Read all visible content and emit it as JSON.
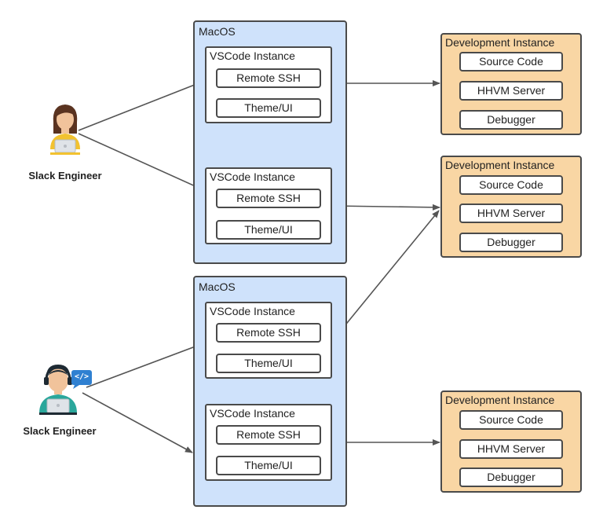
{
  "macos": [
    {
      "label": "MacOS",
      "vscode": [
        {
          "label": "VSCode Instance",
          "remote": "Remote SSH",
          "theme": "Theme/UI"
        },
        {
          "label": "VSCode Instance",
          "remote": "Remote SSH",
          "theme": "Theme/UI"
        }
      ]
    },
    {
      "label": "MacOS",
      "vscode": [
        {
          "label": "VSCode Instance",
          "remote": "Remote SSH",
          "theme": "Theme/UI"
        },
        {
          "label": "VSCode Instance",
          "remote": "Remote SSH",
          "theme": "Theme/UI"
        }
      ]
    }
  ],
  "dev": [
    {
      "label": "Development Instance",
      "source": "Source Code",
      "hhvm": "HHVM Server",
      "debugger": "Debugger"
    },
    {
      "label": "Development Instance",
      "source": "Source Code",
      "hhvm": "HHVM Server",
      "debugger": "Debugger"
    },
    {
      "label": "Development Instance",
      "source": "Source Code",
      "hhvm": "HHVM Server",
      "debugger": "Debugger"
    }
  ],
  "engineers": [
    {
      "label": "Slack Engineer",
      "icon": "female-engineer-icon"
    },
    {
      "label": "Slack Engineer",
      "icon": "male-engineer-icon"
    }
  ],
  "code_badge": "</>",
  "colors": {
    "macos_fill": "#cfe2fb",
    "dev_fill": "#f9d6a4",
    "stroke": "#4a4a4a"
  }
}
